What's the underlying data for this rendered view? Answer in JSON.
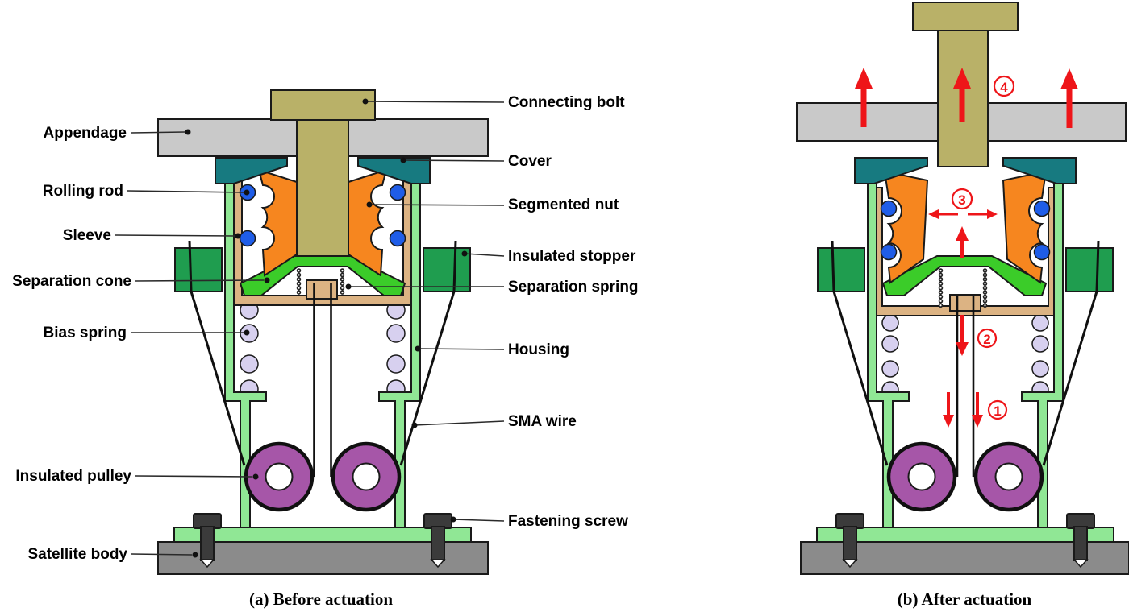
{
  "figure": {
    "description": "SMA-wire hold-down and release mechanism cross-section, shown before and after actuation",
    "panels": {
      "before": {
        "caption": "(a) Before actuation"
      },
      "after": {
        "caption": "(b) After actuation"
      }
    },
    "labels": {
      "appendage": "Appendage",
      "rolling_rod": "Rolling rod",
      "sleeve": "Sleeve",
      "separation_cone": "Separation cone",
      "bias_spring": "Bias spring",
      "insulated_pulley": "Insulated pulley",
      "satellite_body": "Satellite body",
      "connecting_bolt": "Connecting bolt",
      "cover": "Cover",
      "segmented_nut": "Segmented nut",
      "insulated_stopper": "Insulated stopper",
      "separation_spring": "Separation spring",
      "housing": "Housing",
      "sma_wire": "SMA wire",
      "fastening_screw": "Fastening screw"
    },
    "steps": {
      "s1": "1",
      "s2": "2",
      "s3": "3",
      "s4": "4"
    },
    "colors": {
      "appendage_gray": "#c9c9c9",
      "satellite_gray": "#8b8b8b",
      "bolt_khaki": "#b9b168",
      "cover_teal": "#177a80",
      "nut_orange": "#f6861f",
      "rod_blue": "#1f5de8",
      "sleeve_tan": "#dcb383",
      "stopper_green": "#1f9d4f",
      "cone_green": "#3bcc29",
      "housing_green": "#90e795",
      "spring_lavender": "#d7d0ef",
      "pulley_purple": "#a656a8",
      "screw_dark": "#3b3b3b",
      "arrow_red": "#ee1519"
    }
  }
}
